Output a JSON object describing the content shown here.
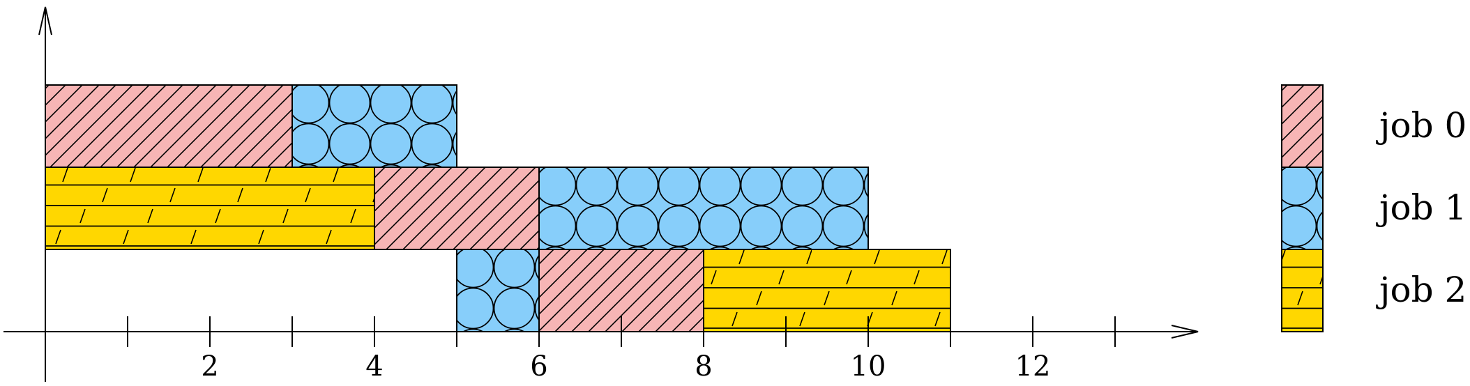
{
  "chart_data": {
    "type": "gantt",
    "x_range": [
      0,
      14
    ],
    "x_ticks": [
      1,
      2,
      3,
      4,
      5,
      6,
      7,
      8,
      9,
      10,
      11,
      12,
      13
    ],
    "x_tick_labels": [
      {
        "value": 2,
        "label": "2"
      },
      {
        "value": 4,
        "label": "4"
      },
      {
        "value": 6,
        "label": "6"
      },
      {
        "value": 8,
        "label": "8"
      },
      {
        "value": 10,
        "label": "10"
      },
      {
        "value": 12,
        "label": "12"
      }
    ],
    "rows": 3,
    "tasks": [
      {
        "row": 3,
        "job": 0,
        "start": 0,
        "end": 3
      },
      {
        "row": 3,
        "job": 1,
        "start": 3,
        "end": 5
      },
      {
        "row": 2,
        "job": 2,
        "start": 0,
        "end": 4
      },
      {
        "row": 2,
        "job": 0,
        "start": 4,
        "end": 6
      },
      {
        "row": 2,
        "job": 1,
        "start": 6,
        "end": 10
      },
      {
        "row": 1,
        "job": 1,
        "start": 5,
        "end": 6
      },
      {
        "row": 1,
        "job": 0,
        "start": 6,
        "end": 8
      },
      {
        "row": 1,
        "job": 2,
        "start": 8,
        "end": 11
      }
    ],
    "jobs": [
      {
        "id": 0,
        "label": "job 0",
        "color": "#F7B5B5",
        "pattern": "diagonal-hatch"
      },
      {
        "id": 1,
        "label": "job 1",
        "color": "#87CEFA",
        "pattern": "circles"
      },
      {
        "id": 2,
        "label": "job 2",
        "color": "#FFD700",
        "pattern": "bricks"
      }
    ],
    "legend_position": "right"
  }
}
